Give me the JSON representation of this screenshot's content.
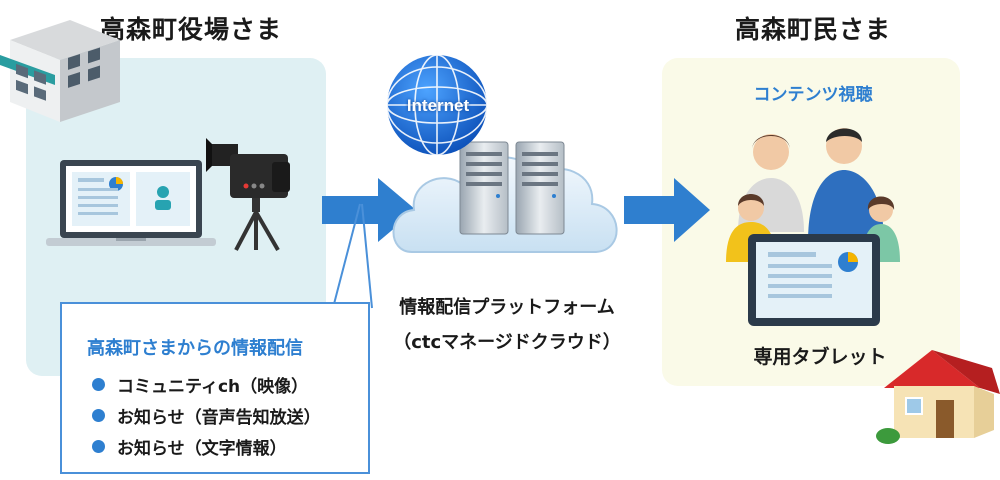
{
  "left_title": "高森町役場さま",
  "right_title": "高森町民さま",
  "globe_label": "Internet",
  "platform_name": "情報配信プラットフォーム",
  "platform_sub": "（ctcマネージドクラウド）",
  "info_box": {
    "title": "高森町さまからの情報配信",
    "items": [
      "コミュニティch（映像）",
      "お知らせ（音声告知放送）",
      "お知らせ（文字情報）"
    ]
  },
  "contents_label": "コンテンツ視聴",
  "tablet_label": "専用タブレット",
  "colors": {
    "accent": "#2e7fd0",
    "arrow": "#2f7fcf",
    "left_panel": "#dff0f3",
    "right_panel": "#fafae8"
  }
}
